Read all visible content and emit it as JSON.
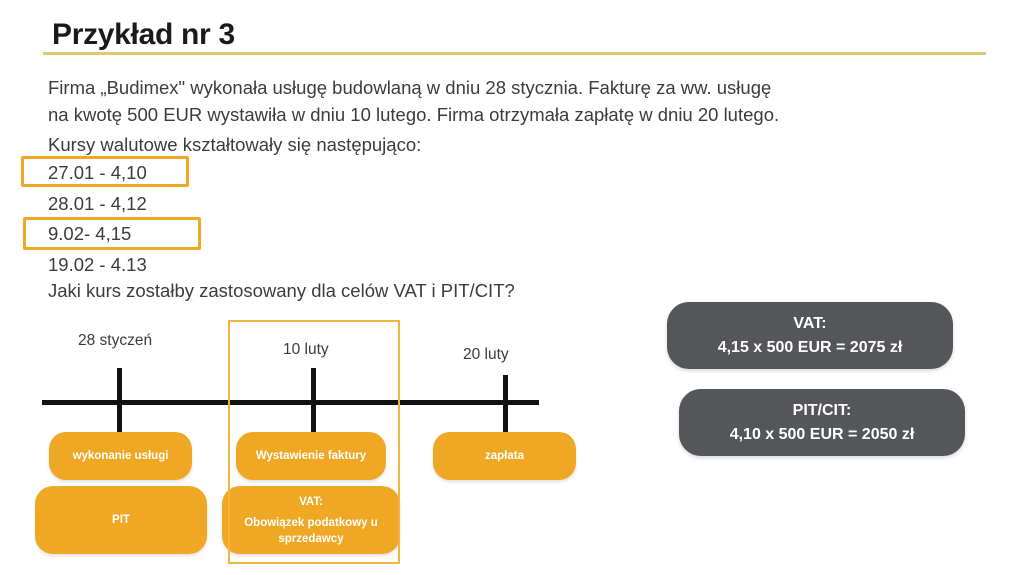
{
  "slide": {
    "title": "Przykład nr 3",
    "paragraph": {
      "line1": "Firma „Budimex\" wykonała usługę budowlaną w dniu 28 stycznia. Fakturę za ww. usługę",
      "line2": "na kwotę 500 EUR wystawiła w dniu 10 lutego. Firma otrzymała zapłatę w dniu 20 lutego.",
      "line3": "Kursy walutowe kształtowały się następująco:"
    },
    "rates": [
      {
        "text": "27.01 - 4,10",
        "highlighted": true
      },
      {
        "text": "28.01 - 4,12",
        "highlighted": false
      },
      {
        "text": "9.02- 4,15",
        "highlighted": true
      },
      {
        "text": "19.02 - 4.13",
        "highlighted": false
      }
    ],
    "question": "Jaki kurs zostałby zastosowany dla celów VAT i PIT/CIT?"
  },
  "timeline": {
    "dates": [
      {
        "label": "28 styczeń"
      },
      {
        "label": "10 luty"
      },
      {
        "label": "20 luty"
      }
    ],
    "events": [
      {
        "label": "wykonanie usługi"
      },
      {
        "label": "Wystawienie faktury"
      },
      {
        "label": "zapłata"
      }
    ],
    "tax_tags": {
      "pit": "PIT",
      "vat_title": "VAT:",
      "vat_body": "Obowiązek podatkowy u sprzedawcy"
    }
  },
  "answers": [
    {
      "title": "VAT:",
      "value": "4,15 x 500 EUR = 2075 zł"
    },
    {
      "title": "PIT/CIT:",
      "value": "4,10 x 500 EUR = 2050 zł"
    }
  ],
  "colors": {
    "accent_orange": "#efa724",
    "highlight_orange": "#f2b53f",
    "title_rule_gold": "#dcc970",
    "answer_box_gray": "#55565a",
    "text_gray": "#3c3c3c"
  }
}
